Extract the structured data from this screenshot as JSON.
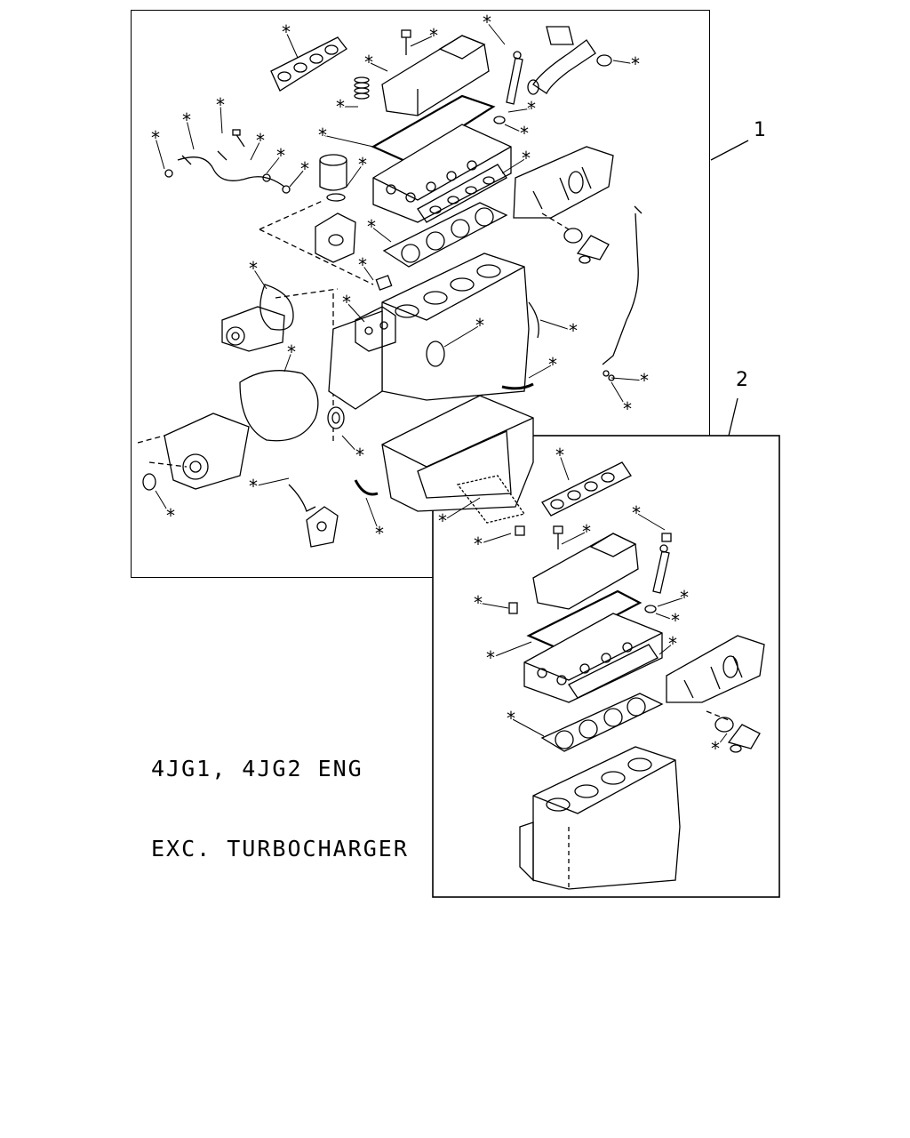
{
  "diagram": {
    "callout_1": "1",
    "callout_2": "2",
    "caption_line_1": "4JG1, 4JG2 ENG",
    "caption_line_2": "EXC. TURBOCHARGER",
    "marker_symbol": "*",
    "colors": {
      "ink": "#000000",
      "paper": "#ffffff"
    }
  }
}
